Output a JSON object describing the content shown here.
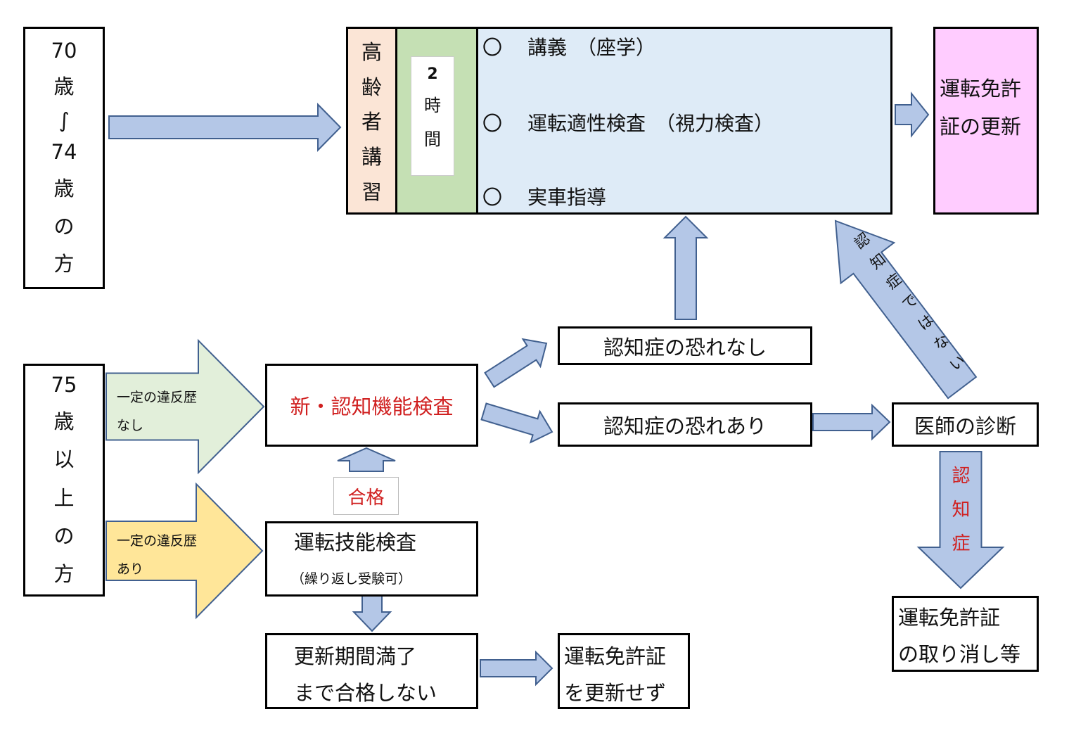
{
  "age_70_74": {
    "lines": [
      "70",
      "歳",
      "∫",
      "74",
      "歳",
      "の",
      "方"
    ]
  },
  "age_75_plus": {
    "lines": [
      "75",
      "歳",
      "以",
      "上",
      "の",
      "方"
    ]
  },
  "course": {
    "title_chars": [
      "高",
      "齢",
      "者",
      "講",
      "習"
    ],
    "duration_chars": [
      "2",
      "時",
      "間"
    ],
    "items": [
      {
        "mark": "〇",
        "label": "講義　（座学）"
      },
      {
        "mark": "〇",
        "label": "運転適性検査　（視力検査）"
      },
      {
        "mark": "〇",
        "label": "実車指導"
      }
    ]
  },
  "renewal": {
    "line1": "運転免許",
    "line2": "証の更新"
  },
  "no_violation": {
    "line1": "一定の違反歴",
    "line2": "なし"
  },
  "violation": {
    "line1": "一定の違反歴",
    "line2": "あり"
  },
  "cognitive_test": "新・認知機能検査",
  "pass_label": "合格",
  "skill_test": {
    "title": "運転技能検査",
    "note": "（繰り返し受験可）"
  },
  "not_passed": {
    "line1": "更新期間満了",
    "line2": "まで合格しない"
  },
  "not_renewed": {
    "line1": "運転免許証",
    "line2": "を更新せず"
  },
  "no_risk": "認知症の恐れなし",
  "risk": "認知症の恐れあり",
  "doctor": "医師の診断",
  "not_dementia": [
    "認",
    "知",
    "症",
    "で",
    "は",
    "な",
    "い"
  ],
  "dementia": [
    "認",
    "知",
    "症"
  ],
  "revocation": {
    "line1": "運転免許証",
    "line2": "の取り消し等"
  },
  "colors": {
    "arrow_fill": "#b4c7e7",
    "arrow_stroke": "#41608f",
    "green_arrow": "#e2efda",
    "yellow_arrow": "#ffe699",
    "salmon": "#fbe5d6",
    "green": "#c5e0b4",
    "blue_panel": "#deebf7",
    "pink": "#ffccff",
    "red_text": "#d02020"
  }
}
